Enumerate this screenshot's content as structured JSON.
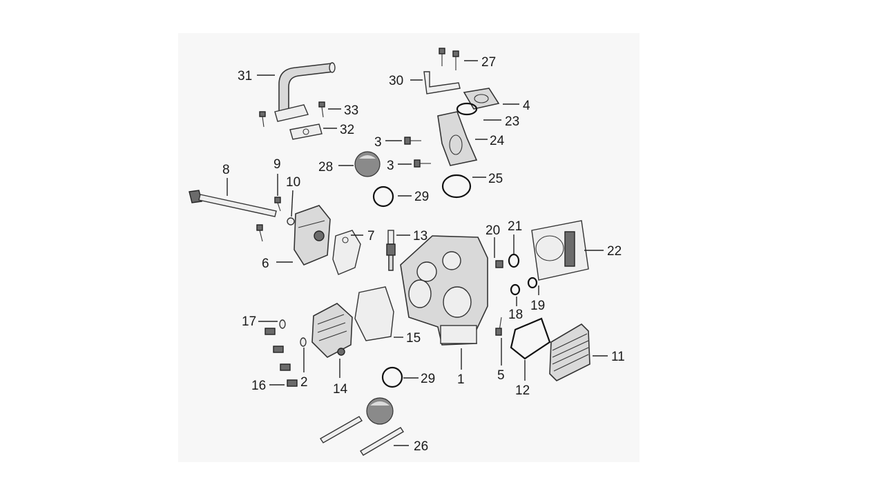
{
  "diagram": {
    "labels": {
      "p1": "1",
      "p2": "2",
      "p3a": "3",
      "p3b": "3",
      "p4": "4",
      "p5": "5",
      "p6": "6",
      "p7": "7",
      "p8": "8",
      "p9": "9",
      "p10": "10",
      "p11": "11",
      "p12": "12",
      "p13": "13",
      "p14": "14",
      "p15": "15",
      "p16": "16",
      "p17": "17",
      "p18": "18",
      "p19": "19",
      "p20": "20",
      "p21": "21",
      "p22": "22",
      "p23": "23",
      "p24": "24",
      "p25": "25",
      "p26": "26",
      "p27": "27",
      "p28": "28",
      "p29a": "29",
      "p29b": "29",
      "p30": "30",
      "p31": "31",
      "p32": "32",
      "p33": "33"
    }
  }
}
